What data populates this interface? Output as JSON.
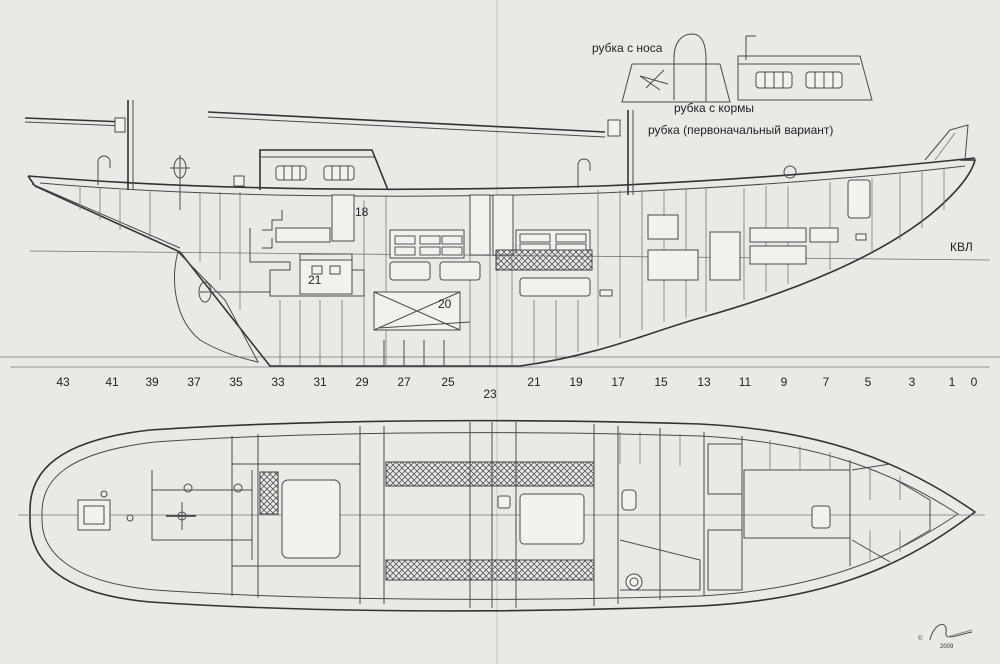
{
  "labels": {
    "cabin_bow": "рубка с носа",
    "cabin_stern": "рубка с кормы",
    "cabin_original": "рубка (первоначальный вариант)",
    "waterline": "КВЛ",
    "ref_18": "18",
    "ref_20": "20",
    "ref_21": "21",
    "copyright_symbol": "©",
    "copyright_year": "2009"
  },
  "frames": [
    "43",
    "41",
    "39",
    "37",
    "35",
    "33",
    "31",
    "29",
    "27",
    "25",
    "23",
    "21",
    "19",
    "17",
    "15",
    "13",
    "11",
    "9",
    "7",
    "5",
    "3",
    "1",
    "0"
  ],
  "icons": {
    "signature": "artist-signature-icon",
    "wheel": "steering-wheel-icon",
    "winch": "winch-icon",
    "propeller": "propeller-icon"
  },
  "colors": {
    "paper": "#e9e9e6",
    "line": "#4a4a4a",
    "hatch": "#555555"
  }
}
